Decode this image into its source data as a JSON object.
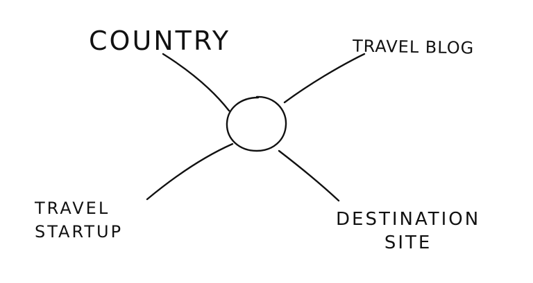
{
  "hub": {
    "label": ""
  },
  "nodes": {
    "top_left": "COUNTRY",
    "top_right": "TRAVEL BLOG",
    "bottom_left_line1": "TRAVEL",
    "bottom_left_line2": "STARTUP",
    "bottom_right_line1": "DESTINATION",
    "bottom_right_line2": "SITE"
  },
  "colors": {
    "ink": "#111111",
    "background": "#ffffff"
  }
}
